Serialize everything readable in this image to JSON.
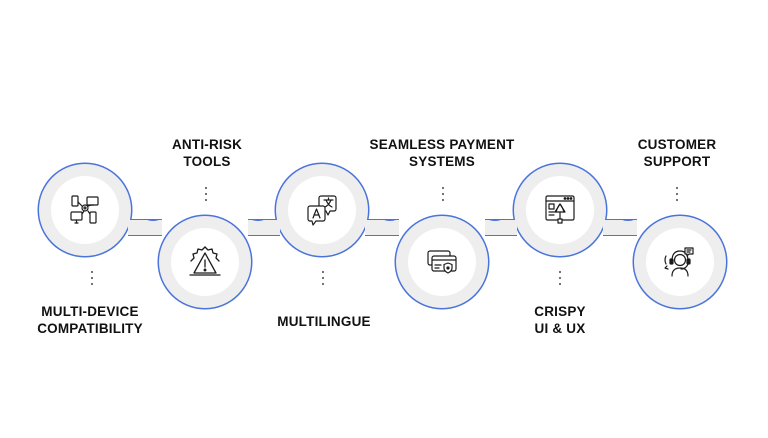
{
  "colors": {
    "outline": "#4a74dc",
    "band_fill": "#eeeeef",
    "circle_fill": "#ffffff",
    "icon_stroke": "#1b1b1b",
    "text": "#111111",
    "dots": "#666666"
  },
  "features": [
    {
      "id": "multi-device",
      "label_lines": [
        "MULTI-DEVICE",
        "COMPATIBILITY"
      ],
      "icon": "multi-device-icon"
    },
    {
      "id": "anti-risk",
      "label_lines": [
        "ANTI-RISK",
        "TOOLS"
      ],
      "icon": "warning-gear-icon"
    },
    {
      "id": "multilingue",
      "label_lines": [
        "MULTILINGUE"
      ],
      "icon": "translate-icon"
    },
    {
      "id": "seamless-payment",
      "label_lines": [
        "SEAMLESS PAYMENT",
        "SYSTEMS"
      ],
      "icon": "payment-cards-icon"
    },
    {
      "id": "crispy-ui",
      "label_lines": [
        "CRISPY",
        "UI & UX"
      ],
      "icon": "design-window-icon"
    },
    {
      "id": "customer-support",
      "label_lines": [
        "CUSTOMER",
        "SUPPORT"
      ],
      "icon": "support-agent-icon"
    }
  ]
}
